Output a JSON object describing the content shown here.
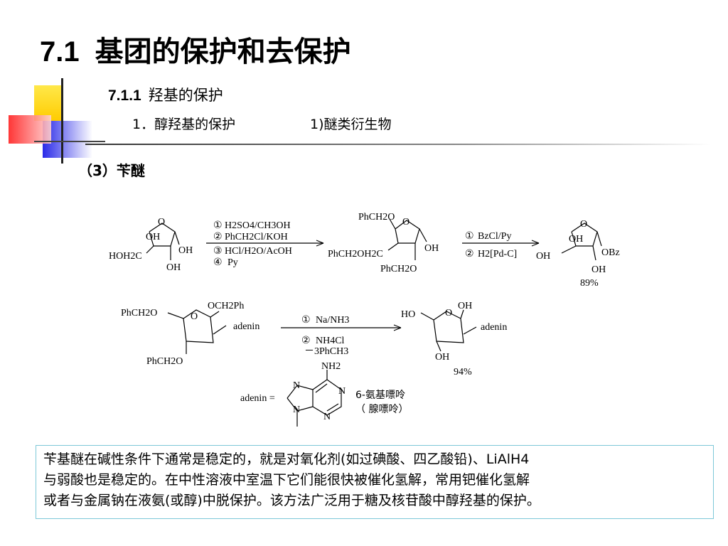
{
  "header": {
    "number": "7.1",
    "title": "基团的保护和去保护",
    "sub_number": "7.1.1",
    "sub_title": "羟基的保护",
    "section_label": "1．醇羟基的保护",
    "section_label2": "1)醚类衍生物",
    "subsection": "（3）苄醚"
  },
  "scheme1": {
    "sm_ring_O": "O",
    "sm_OH_top": "OH",
    "sm_OH_right": "OH",
    "sm_OH_bottom": "OH",
    "sm_CH2OH": "HOH2C",
    "step1_circle": "①",
    "step1": "H2SO4/CH3OH",
    "step2_circle": "②",
    "step2": "PhCH2Cl/KOH",
    "step3_circle": "③",
    "step3": "HCl/H2O/AcOH",
    "step4_circle": "④",
    "step4": "Py",
    "int_top": "PhCH2O",
    "int_ring_O": "O",
    "int_OH": "OH",
    "int_left": "PhCH2OH2C",
    "int_bottom": "PhCH2O",
    "stepb1_circle": "①",
    "stepb1": "BzCl/Py",
    "stepb2_circle": "②",
    "stepb2": "H2[Pd-C]",
    "prod_ring_O": "O",
    "prod_OH_top": "OH",
    "prod_OH_left": "OH",
    "prod_OBz": "OBz",
    "prod_OH_bottom": "OH",
    "yield": "89%"
  },
  "scheme2": {
    "sm_left": "PhCH2O",
    "sm_ring_O": "O",
    "sm_top": "OCH2Ph",
    "sm_adenin": "adenin",
    "sm_bottom": "PhCH2O",
    "step1_circle": "①",
    "step1": "Na/NH3",
    "step2_circle": "②",
    "step2": "NH4Cl",
    "byproduct": "－3PhCH3",
    "prod_HO": "HO",
    "prod_ring_O": "O",
    "prod_OH_top": "OH",
    "prod_adenin": "adenin",
    "prod_OH_bottom": "OH",
    "yield": "94%"
  },
  "adenine": {
    "label": "adenin =",
    "NH2": "NH2",
    "N1": "N",
    "N3": "N",
    "N7": "N",
    "N9": "N",
    "name": "6-氨基嘌呤",
    "alias": "（ 腺嘌呤）"
  },
  "description": {
    "line1": "苄基醚在碱性条件下通常是稳定的，就是对氧化剂(如过碘酸、四乙酸铅)、LiAlH4",
    "line2": "与弱酸也是稳定的。在中性溶液中室温下它们能很快被催化氢解，常用钯催化氢解",
    "line3": "或者与金属钠在液氨(或醇)中脱保护。该方法广泛用于糖及核苷酸中醇羟基的保护。"
  },
  "decoration": {
    "yellow": "#ffd800",
    "blue": "#3d3dff",
    "red": "#ff3030"
  }
}
